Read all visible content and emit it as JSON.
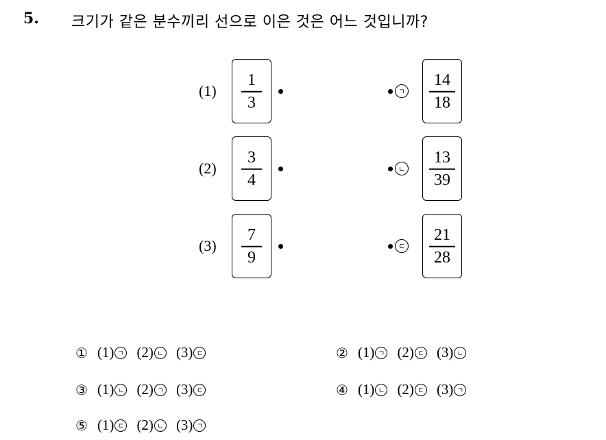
{
  "question": {
    "number": "5.",
    "text": "크기가 같은 분수끼리 선으로 이은 것은 어느 것입니까?"
  },
  "left_items": [
    {
      "label": "(1)",
      "numerator": "1",
      "denominator": "3"
    },
    {
      "label": "(2)",
      "numerator": "3",
      "denominator": "4"
    },
    {
      "label": "(3)",
      "numerator": "7",
      "denominator": "9"
    }
  ],
  "right_items": [
    {
      "label": "ㄱ",
      "numerator": "14",
      "denominator": "18"
    },
    {
      "label": "ㄴ",
      "numerator": "13",
      "denominator": "39"
    },
    {
      "label": "ㄷ",
      "numerator": "21",
      "denominator": "28"
    }
  ],
  "choices": [
    {
      "number": "①",
      "pairs": [
        {
          "left": "(1)",
          "right": "ㄱ"
        },
        {
          "left": "(2)",
          "right": "ㄴ"
        },
        {
          "left": "(3)",
          "right": "ㄷ"
        }
      ]
    },
    {
      "number": "②",
      "pairs": [
        {
          "left": "(1)",
          "right": "ㄱ"
        },
        {
          "left": "(2)",
          "right": "ㄷ"
        },
        {
          "left": "(3)",
          "right": "ㄴ"
        }
      ]
    },
    {
      "number": "③",
      "pairs": [
        {
          "left": "(1)",
          "right": "ㄴ"
        },
        {
          "left": "(2)",
          "right": "ㄱ"
        },
        {
          "left": "(3)",
          "right": "ㄷ"
        }
      ]
    },
    {
      "number": "④",
      "pairs": [
        {
          "left": "(1)",
          "right": "ㄴ"
        },
        {
          "left": "(2)",
          "right": "ㄷ"
        },
        {
          "left": "(3)",
          "right": "ㄱ"
        }
      ]
    },
    {
      "number": "⑤",
      "pairs": [
        {
          "left": "(1)",
          "right": "ㄷ"
        },
        {
          "left": "(2)",
          "right": "ㄴ"
        },
        {
          "left": "(3)",
          "right": "ㄱ"
        }
      ]
    }
  ]
}
